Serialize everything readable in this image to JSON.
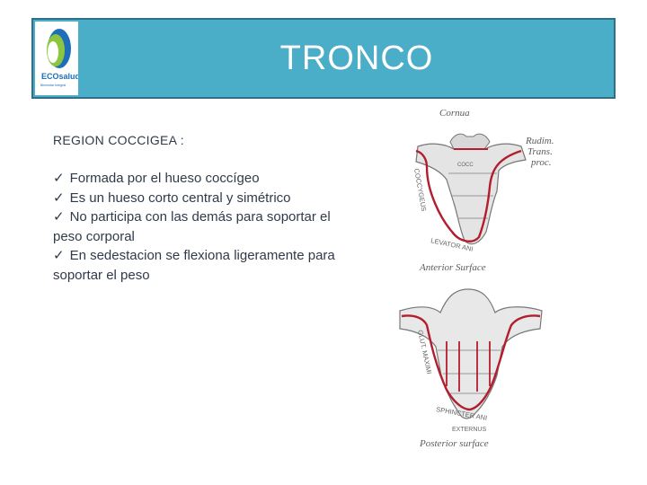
{
  "header": {
    "title": "TRONCO",
    "logo": {
      "name": "ECOsalud",
      "tagline": "Bienestar Integral"
    }
  },
  "content": {
    "section_title": "REGION COCCIGEA :",
    "bullets": [
      "Formada por el hueso coccígeo",
      "Es un hueso corto central y simétrico",
      "No participa con las demás para soportar el peso corporal",
      "En sedestacion se flexiona ligeramente para soportar el peso"
    ],
    "check_symbol": "✓"
  },
  "figure": {
    "top_labels": {
      "cornua": "Cornua",
      "rudim": "Rudim.",
      "trans": "Trans.",
      "proc": "proc.",
      "caption": "Anterior Surface",
      "coccygeus": "COCCYGEUS",
      "levator": "LEVATOR ANI",
      "coc": "COCC"
    },
    "bottom_labels": {
      "glut": "GLUT. MAXIMI",
      "sphincter": "SPHINCTER ANI",
      "externus": "EXTERNUS",
      "caption": "Posterior surface"
    }
  },
  "colors": {
    "banner": "#4baec9",
    "banner_border": "#2f6f87",
    "muscle_line": "#b21e2d",
    "text": "#2f3b4a"
  }
}
